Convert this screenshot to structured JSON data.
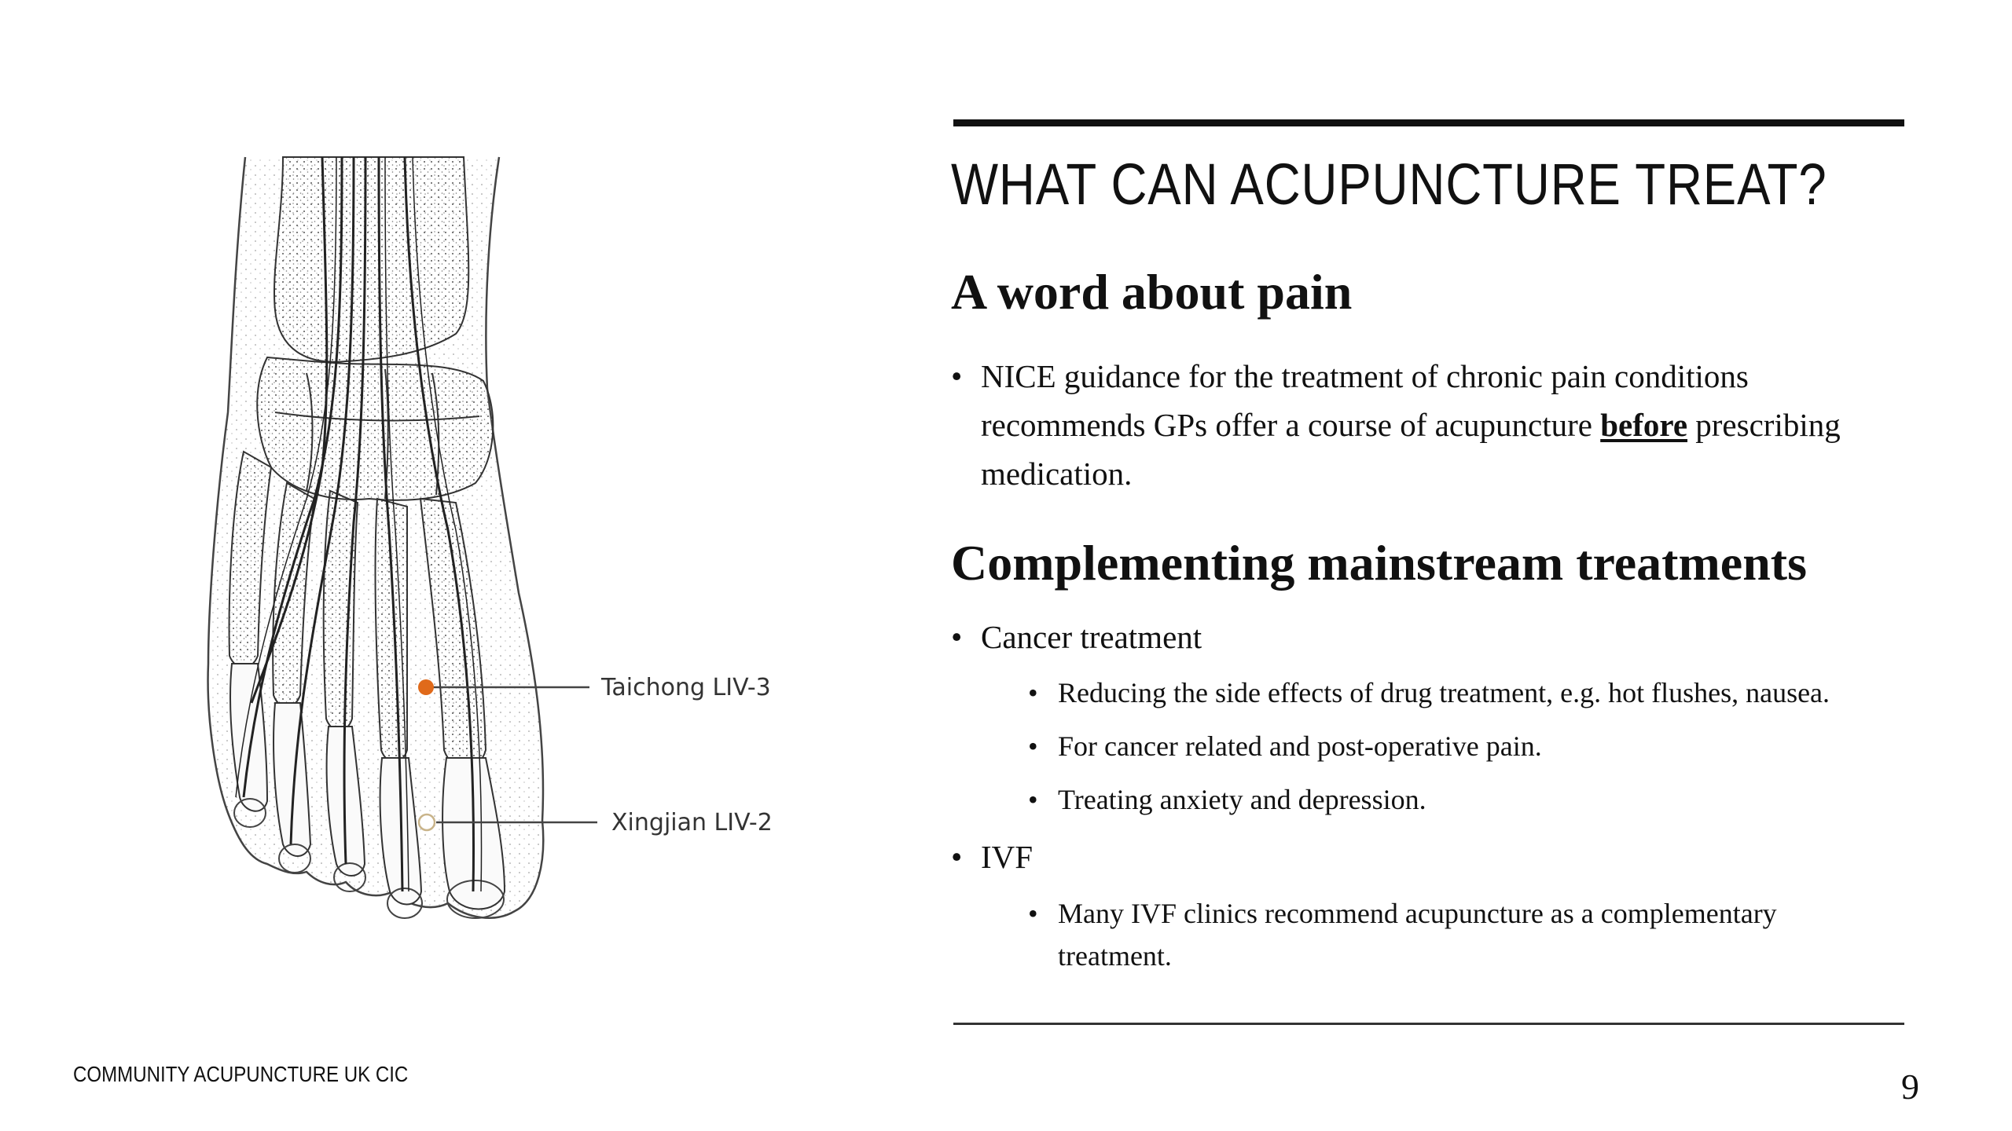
{
  "slide": {
    "title": "WHAT CAN ACUPUNCTURE TREAT?",
    "pain_heading": "A word about pain",
    "pain_bullet": {
      "text_before": "NICE guidance for the treatment of chronic pain conditions recommends GPs offer a course of acupuncture ",
      "emphasis": "before",
      "text_after": " prescribing medication."
    },
    "complement_heading": "Complementing mainstream treatments",
    "complement_items": [
      {
        "label": "Cancer treatment",
        "subitems": [
          "Reducing the side effects of drug treatment, e.g. hot flushes, nausea.",
          "For cancer related and post-operative pain.",
          "Treating anxiety and depression."
        ]
      },
      {
        "label": "IVF",
        "subitems": [
          "Many IVF clinics recommend acupuncture as a complementary treatment."
        ]
      }
    ],
    "footer": "COMMUNITY ACUPUNCTURE UK CIC",
    "page_number": "9"
  },
  "illustration": {
    "points": [
      {
        "label": "Taichong LIV-3",
        "color": "#e06a1a",
        "filled": true
      },
      {
        "label": "Xingjian LIV-2",
        "color": "#c9b48a",
        "filled": false
      }
    ]
  },
  "colors": {
    "text": "#111111",
    "rule": "#111111",
    "point_primary": "#e06a1a"
  }
}
